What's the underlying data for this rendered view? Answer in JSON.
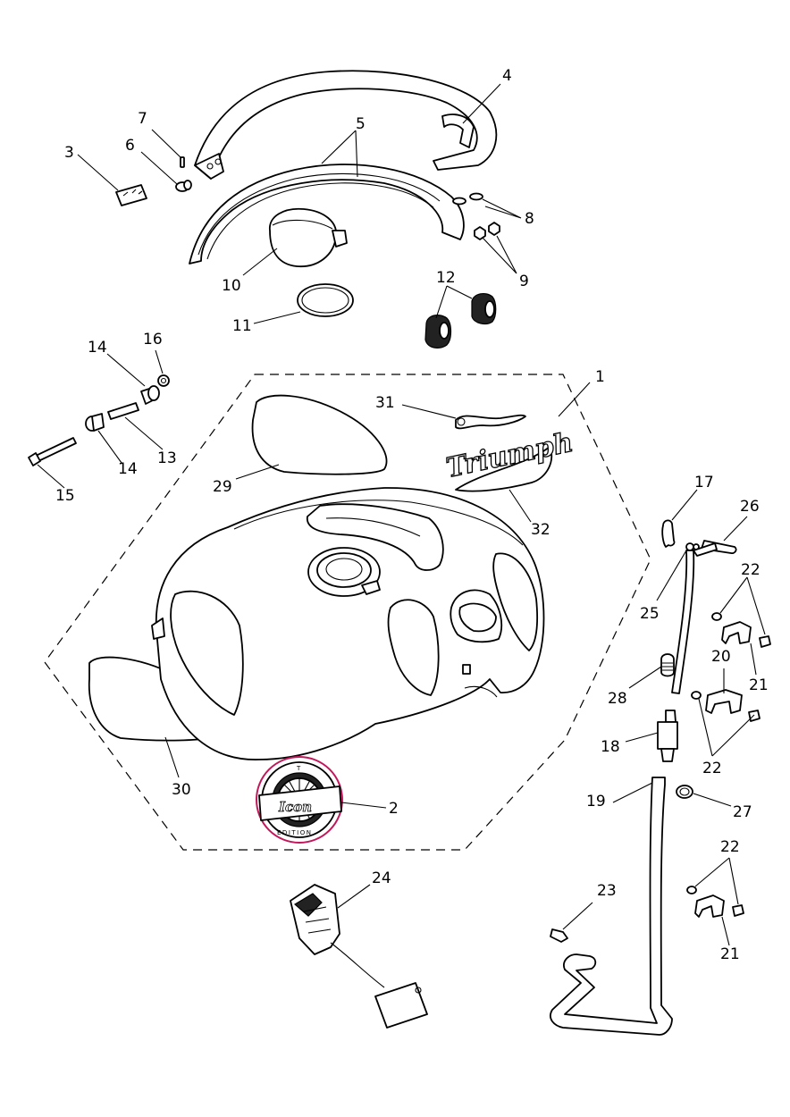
{
  "callouts": [
    "1",
    "2",
    "3",
    "4",
    "5",
    "6",
    "7",
    "8",
    "9",
    "10",
    "11",
    "12",
    "13",
    "14",
    "14",
    "15",
    "16",
    "17",
    "18",
    "19",
    "20",
    "21",
    "21",
    "22",
    "22",
    "22",
    "23",
    "24",
    "25",
    "26",
    "27",
    "28",
    "29",
    "30",
    "31",
    "32"
  ],
  "logo_text": "Triumph",
  "badge": {
    "main": "Icon",
    "top": "T",
    "bottom": "EDITION"
  },
  "colors": {
    "line": "#000000",
    "badge_accent": "#c2185b"
  }
}
